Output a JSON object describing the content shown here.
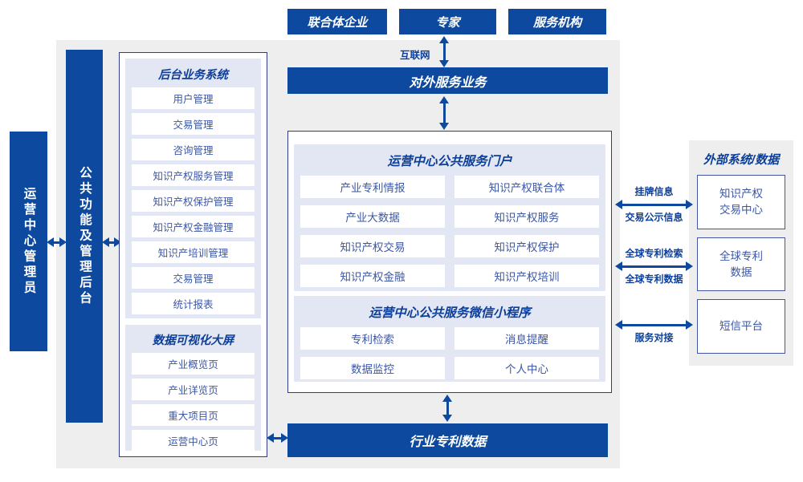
{
  "colors": {
    "primary_blue": "#0d4a9f",
    "panel_lavender": "#e3e6f3",
    "background_gray": "#eeeeef",
    "outer_border_navy": "#2e3a8c",
    "item_text_blue": "#3b57a7",
    "label_navy": "#0c3f99"
  },
  "top": {
    "actors": [
      "联合体企业",
      "专家",
      "服务机构"
    ],
    "internet_label": "互联网",
    "external_service_bar": "对外服务业务"
  },
  "left": {
    "admin_bar": "运营中心管理员",
    "backend_bar": "公共功能及管理后台"
  },
  "backoffice": {
    "title": "后台业务系统",
    "items": [
      "用户管理",
      "交易管理",
      "咨询管理",
      "知识产权服务管理",
      "知识产权保护管理",
      "知识产权金融管理",
      "知识产培训管理",
      "交易管理",
      "统计报表"
    ]
  },
  "dashboard": {
    "title": "数据可视化大屏",
    "items": [
      "产业概览页",
      "产业详览页",
      "重大项目页",
      "运营中心页"
    ]
  },
  "portal": {
    "title": "运营中心公共服务门户",
    "items": [
      "产业专利情报",
      "知识产权联合体",
      "产业大数据",
      "知识产权服务",
      "知识产权交易",
      "知识产权保护",
      "知识产权金融",
      "知识产权培训"
    ]
  },
  "miniprogram": {
    "title": "运营中心公共服务微信小程序",
    "items": [
      "专利检索",
      "消息提醒",
      "数据监控",
      "个人中心"
    ]
  },
  "bottom": {
    "industry_patent_bar": "行业专利数据"
  },
  "external": {
    "title": "外部系统/数据",
    "systems": [
      "知识产权\n交易中心",
      "全球专利\n数据",
      "短信平台"
    ],
    "links": [
      {
        "top": "挂牌信息",
        "bottom": "交易公示信息"
      },
      {
        "top": "全球专利检索",
        "bottom": "全球专利数据"
      },
      {
        "top": "",
        "bottom": "服务对接"
      }
    ]
  }
}
